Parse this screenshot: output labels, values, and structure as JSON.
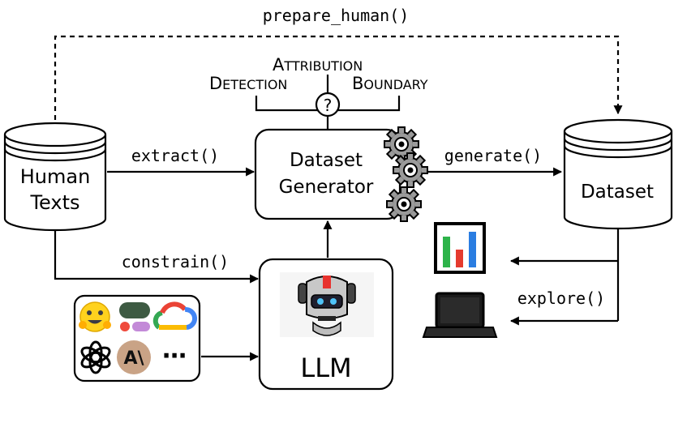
{
  "functions": {
    "prepare_human": "prepare_human()",
    "extract": "extract()",
    "generate": "generate()",
    "constrain": "constrain()",
    "explore": "explore()"
  },
  "nodes": {
    "human_texts": [
      "Human",
      "Texts"
    ],
    "dataset_generator": [
      "Dataset",
      "Generator"
    ],
    "dataset": "Dataset",
    "llm": "LLM"
  },
  "tasks": {
    "detection": {
      "first": "D",
      "rest": "ETECTION"
    },
    "attribution": {
      "first": "A",
      "rest": "TTRIBUTION"
    },
    "boundary": {
      "first": "B",
      "rest": "OUNDARY"
    },
    "question_mark": "?"
  },
  "providers": {
    "more": "⋯",
    "anthropic_mark": "A\\"
  },
  "icons": [
    "human-texts-database-icon",
    "dataset-database-icon",
    "gear-icon",
    "question-icon",
    "robot-icon",
    "bar-chart-icon",
    "laptop-icon",
    "huggingface-icon",
    "google-icon",
    "google-cloud-icon",
    "openai-icon",
    "anthropic-icon"
  ],
  "colors": {
    "bar_green": "#2db34a",
    "bar_red": "#e53b2e",
    "bar_blue": "#2a7de1",
    "robot_red": "#e8322e",
    "robot_eye": "#4fc3f7",
    "anthropic_bg": "#c9a386",
    "hf_yellow": "#ffd21e",
    "gemini_green": "#3d5a42"
  }
}
